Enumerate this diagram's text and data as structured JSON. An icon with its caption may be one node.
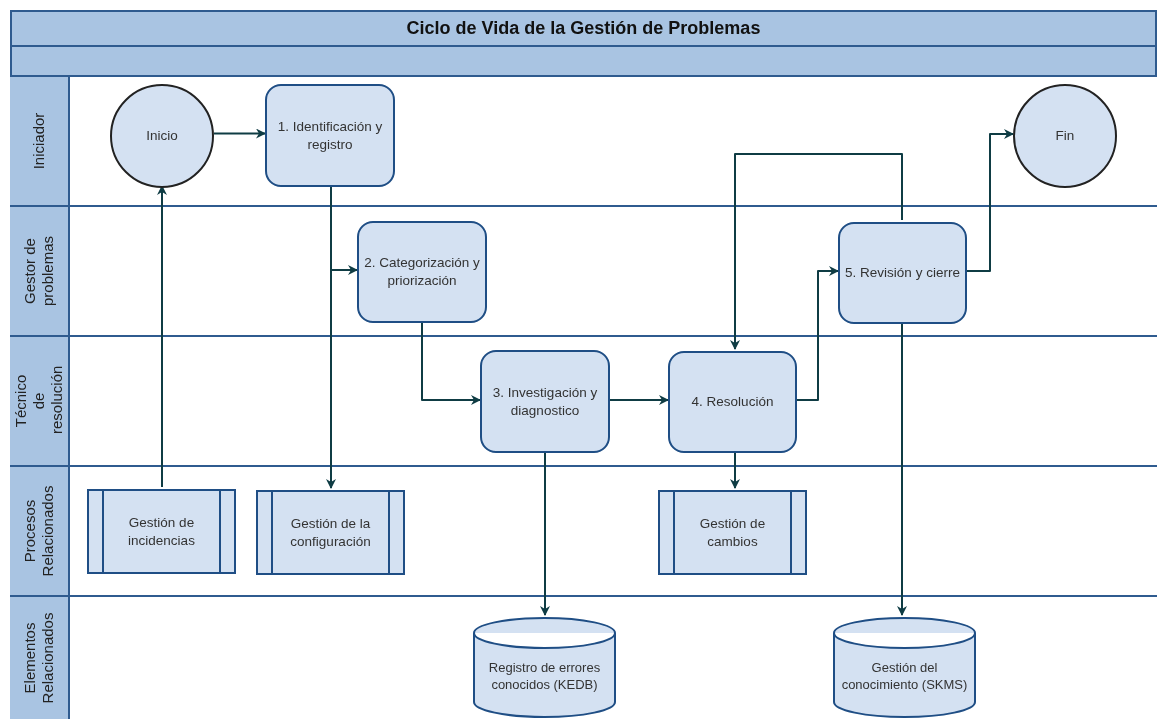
{
  "diagram": {
    "title": "Ciclo de Vida de la Gestión de Problemas",
    "nodes": [
      {
        "text": [
          "Iniciador"
        ]
      },
      {
        "text": [
          "Inicio"
        ],
        "in": 0
      },
      {
        "text": [
          "1. Identificación y registro"
        ],
        "in": 0
      },
      {
        "text": [
          "Fin"
        ],
        "in": 0
      },
      {
        "text": [
          "Gestor de problemas"
        ]
      },
      {
        "text": [
          "2. Categorización y priorización"
        ],
        "in": 4
      },
      {
        "text": [
          "5. Revisión y cierre"
        ],
        "in": 4
      },
      {
        "text": [
          "Técnico de resolución"
        ]
      },
      {
        "text": [
          "3. Investigación y diagnostico"
        ],
        "in": 7
      },
      {
        "text": [
          "4. Resolución"
        ],
        "in": 7
      },
      {
        "text": [
          "Procesos Relacionados"
        ]
      },
      {
        "text": [
          "Gestión de incidencias"
        ],
        "in": 10
      },
      {
        "text": [
          "Gestión de la configuración"
        ],
        "in": 10
      },
      {
        "text": [
          "Gestión de cambios"
        ],
        "in": 10
      },
      {
        "text": [
          "Elementos Relacionados"
        ]
      },
      {
        "text": [
          "Registro de errores conocidos (KEDB)"
        ],
        "in": 14
      },
      {
        "text": [
          "Gestión del conocimiento (SKMS)"
        ],
        "in": 14
      }
    ],
    "edges": [
      {
        "from": 1,
        "to": 2,
        "arrow": "to"
      },
      {
        "from": 2,
        "to": 5,
        "arrow": "to"
      },
      {
        "from": 2,
        "to": 12,
        "arrow": "to"
      },
      {
        "from": 11,
        "to": 1,
        "arrow": "to"
      },
      {
        "from": 5,
        "to": 8,
        "arrow": "to"
      },
      {
        "from": 8,
        "to": 9,
        "arrow": "to"
      },
      {
        "from": 8,
        "to": 15,
        "arrow": "to"
      },
      {
        "from": 9,
        "to": 6,
        "arrow": "to"
      },
      {
        "from": 9,
        "to": 13,
        "arrow": "to"
      },
      {
        "from": 6,
        "to": 9,
        "arrow": "to"
      },
      {
        "from": 6,
        "to": 3,
        "arrow": "to"
      },
      {
        "from": 6,
        "to": 16,
        "arrow": "to"
      }
    ]
  }
}
